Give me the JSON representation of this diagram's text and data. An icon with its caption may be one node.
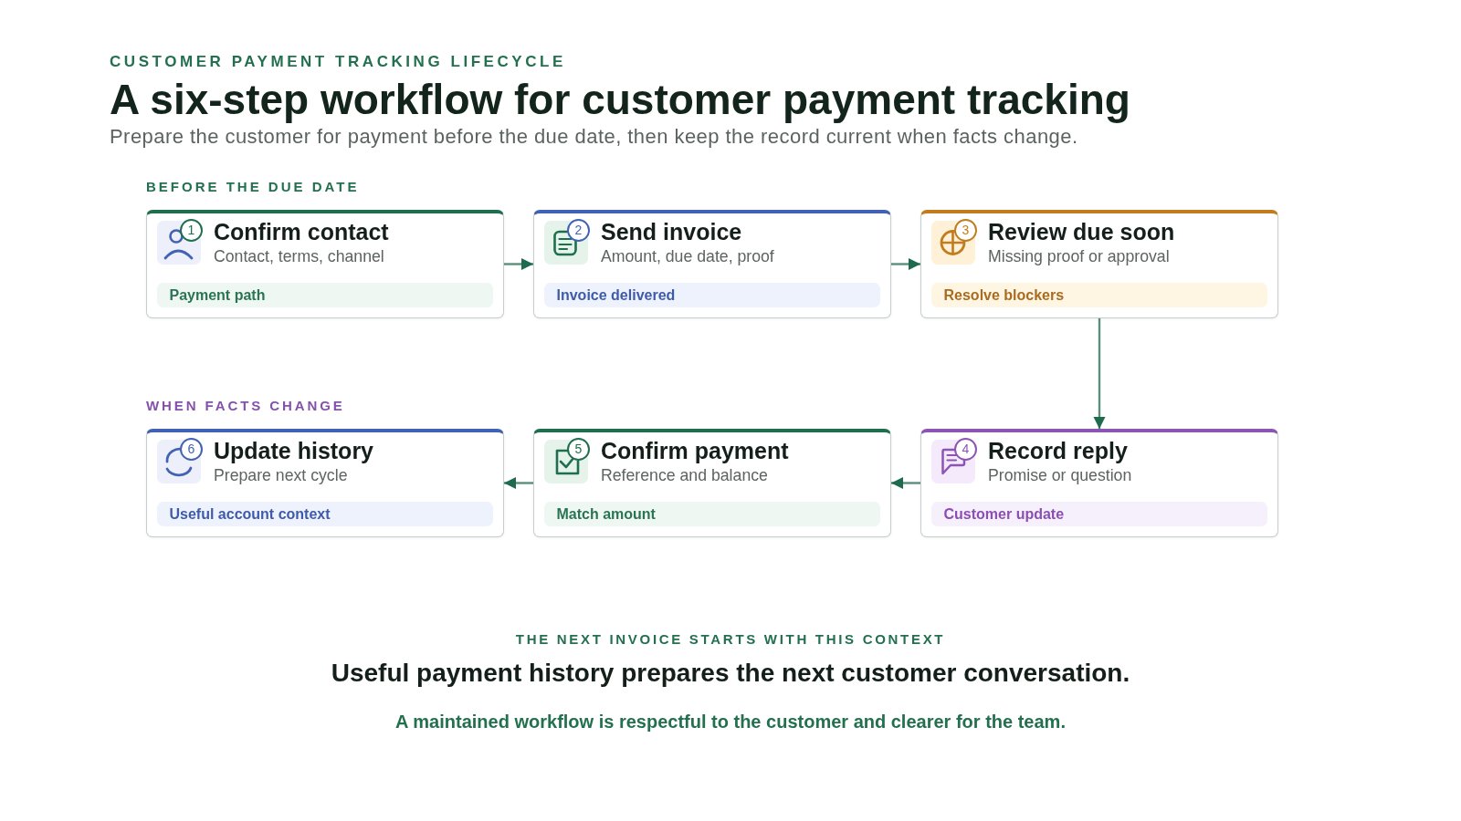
{
  "diagram": {
    "title": "A six-step workflow for customer payment tracking",
    "nodes": [
      {
        "text": [
          "Confirm contact",
          "Contact, terms, channel"
        ]
      },
      {
        "text": [
          "1"
        ],
        "in": 0
      },
      {
        "text": [
          "Payment path"
        ],
        "in": 0
      },
      {
        "text": [
          "Send invoice",
          "Amount, due date, proof"
        ]
      },
      {
        "text": [
          "2"
        ],
        "in": 3
      },
      {
        "text": [
          "Invoice delivered"
        ],
        "in": 3
      },
      {
        "text": [
          "Review due soon",
          "Missing proof or approval"
        ]
      },
      {
        "text": [
          "3"
        ],
        "in": 6
      },
      {
        "text": [
          "Resolve blockers"
        ],
        "in": 6
      },
      {
        "text": [
          "Update history",
          "Prepare next cycle"
        ]
      },
      {
        "text": [
          "6"
        ],
        "in": 9
      },
      {
        "text": [
          "Useful account context"
        ],
        "in": 9
      },
      {
        "text": [
          "Confirm payment",
          "Reference and balance"
        ]
      },
      {
        "text": [
          "5"
        ],
        "in": 12
      },
      {
        "text": [
          "Match amount"
        ],
        "in": 12
      },
      {
        "text": [
          "Record reply",
          "Promise or question"
        ]
      },
      {
        "text": [
          "4"
        ],
        "in": 15
      },
      {
        "text": [
          "Customer update"
        ],
        "in": 15
      }
    ],
    "edges": [
      {
        "from": 0,
        "to": 3,
        "arrow": "to"
      },
      {
        "from": 3,
        "to": 6,
        "arrow": "to"
      },
      {
        "from": 6,
        "to": 15,
        "arrow": "to"
      },
      {
        "from": 15,
        "to": 12,
        "arrow": "to"
      },
      {
        "from": 12,
        "to": 9,
        "arrow": "to"
      }
    ],
    "labels": [
      "CUSTOMER PAYMENT TRACKING LIFECYCLE",
      "Prepare the customer for payment before the due date, then keep the record current when facts change.",
      "BEFORE THE DUE DATE",
      "WHEN FACTS CHANGE",
      "THE NEXT INVOICE STARTS WITH THIS CONTEXT",
      "Useful payment history prepares the next customer conversation.",
      "A maintained workflow is respectful to the customer and clearer for the team."
    ]
  }
}
